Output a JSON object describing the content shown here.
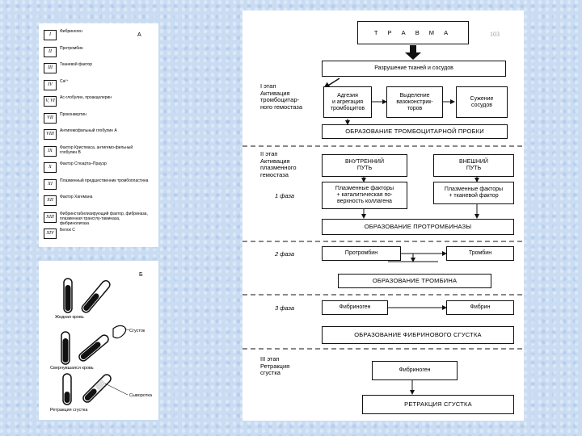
{
  "factors_panel": {
    "letter": "А",
    "rows": [
      {
        "num": "I",
        "name": "Фибриноген"
      },
      {
        "num": "II",
        "name": "Протромбин"
      },
      {
        "num": "III",
        "name": "Тканевой фактор"
      },
      {
        "num": "IV",
        "name": "Ca²⁺"
      },
      {
        "num": "V, VI",
        "name": "Ac-глобулин, проакцелерин"
      },
      {
        "num": "VII",
        "name": "Проконвертин"
      },
      {
        "num": "VIII",
        "name": "Антигемофильный глобулин А"
      },
      {
        "num": "IX",
        "name": "Фактор Кристмаса, антигемо-фильный глобулин В"
      },
      {
        "num": "X",
        "name": "Фактор Стюарта–Прауэр"
      },
      {
        "num": "XI",
        "name": "Плазменный предшественник тромбопластина"
      },
      {
        "num": "XII",
        "name": "Фактор Хагемана"
      },
      {
        "num": "XIII",
        "name": "Фибринстабилизирующий фактор, фибриназа, плазменная трансглу-таминаза, фибринолигаза"
      },
      {
        "num": "XIV",
        "name": "Белок С"
      }
    ]
  },
  "tubes_panel": {
    "letter": "Б",
    "liquid_blood": "Жидкая кровь",
    "clot": "Сгусток",
    "clotted_blood": "Свернувшаяся кровь",
    "serum": "Сыворотка",
    "retraction": "Ретракция сгустка"
  },
  "flowchart": {
    "page_num": "103",
    "trauma": "Т Р А В М А",
    "tissue_damage": "Разрушение тканей и сосудов",
    "stage1": "I этап\nАктивация\nтромбоцитар-\nного гемостаза",
    "adhesion": "Адгезия\nи агрегация\nтромбоцитов",
    "vasoconstrictors": "Выделение\nвазоконстрик-\nторов",
    "vessel_narrowing": "Сужение\nсосудов",
    "platelet_plug": "ОБРАЗОВАНИЕ ТРОМБОЦИТАРНОЙ ПРОБКИ",
    "stage2": "II этап\nАктивация\nплазменного\nгемостаза",
    "intrinsic": "ВНУТРЕННИЙ\nПУТЬ",
    "extrinsic": "ВНЕШНИЙ\nПУТЬ",
    "phase1": "1 фаза",
    "intrinsic_factors": "Плазменные факторы\n+ каталитическая по-\nверхность коллагена",
    "extrinsic_factors": "Плазменные факторы\n+ тканевой фактор",
    "prothrombinase": "ОБРАЗОВАНИЕ ПРОТРОМБИНАЗЫ",
    "phase2": "2 фаза",
    "prothrombin": "Протромбин",
    "thrombin": "Тромбин",
    "thrombin_formation": "ОБРАЗОВАНИЕ ТРОМБИНА",
    "phase3": "3 фаза",
    "fibrinogen": "Фибриноген",
    "fibrin": "Фибрин",
    "fibrin_clot": "ОБРАЗОВАНИЕ ФИБРИНОВОГО СГУСТКА",
    "stage3": "III этап\nРетракция\nсгустка",
    "fibrinogen2": "Фибриноген",
    "clot_retraction": "РЕТРАКЦИЯ СГУСТКА"
  }
}
